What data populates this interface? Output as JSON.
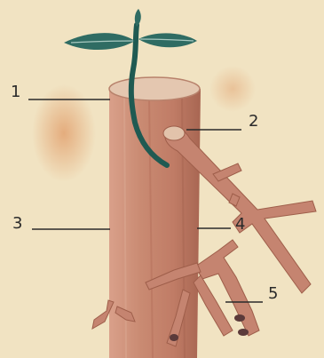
{
  "labels": {
    "l1": "1",
    "l2": "2",
    "l3": "3",
    "l4": "4",
    "l5": "5"
  },
  "colors": {
    "background": "#f1e3c2",
    "stem": "#c9876e",
    "stem_shadow": "#a76350",
    "stem_highlight": "#dba08a",
    "stem_top": "#e2c0a8",
    "branch": "#c58470",
    "leaf": "#2f6c63",
    "leaf_stem": "#1f5a52",
    "stain": "#e2a06e",
    "leader_line": "#2a2a2a"
  }
}
